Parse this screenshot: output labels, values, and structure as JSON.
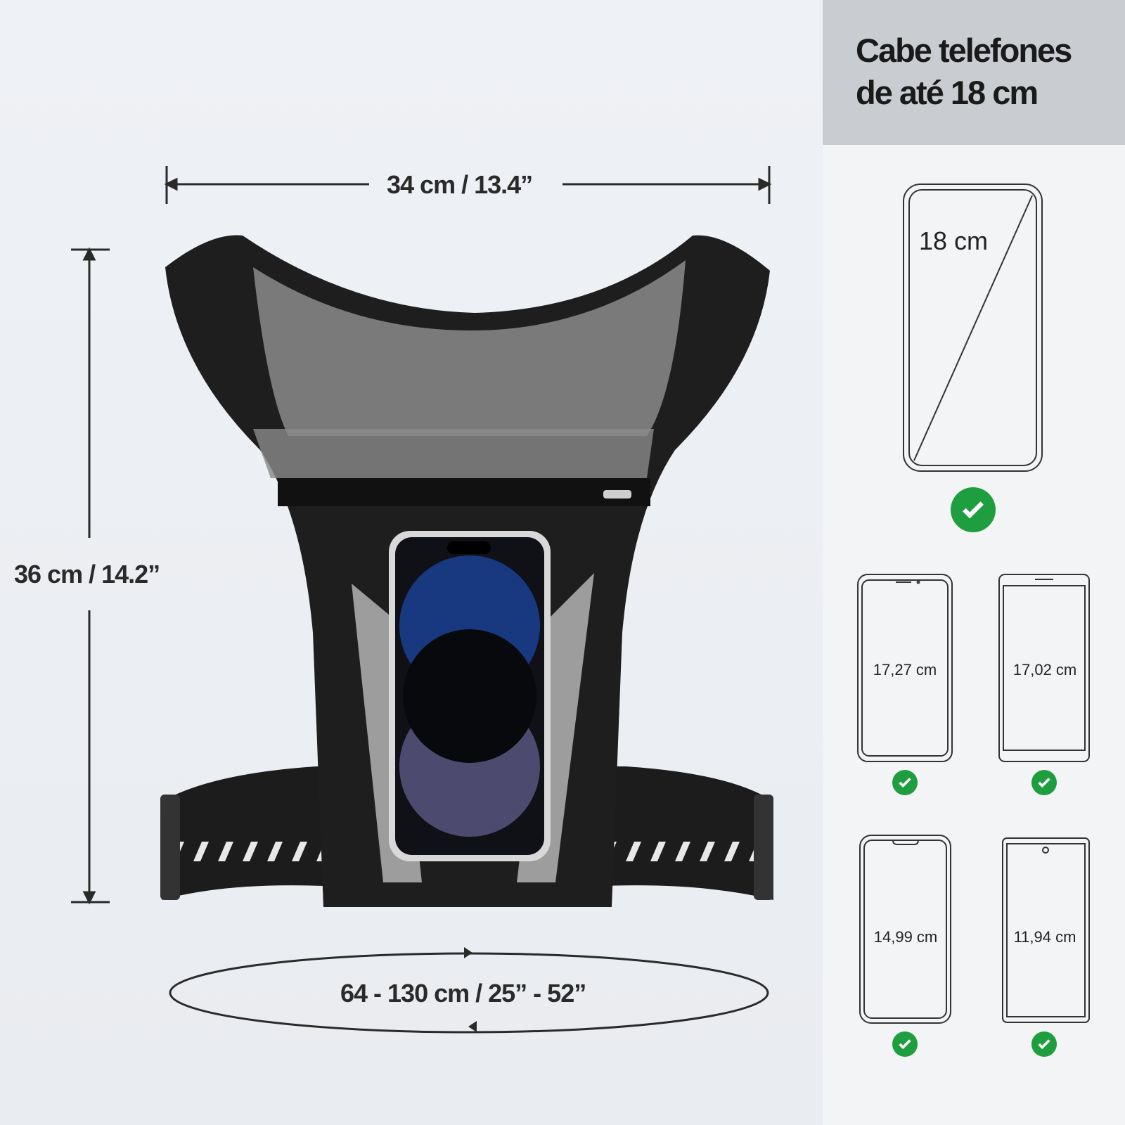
{
  "dimensions": {
    "width_label": "34 cm / 13.4”",
    "height_label": "36 cm / 14.2”",
    "waist_label": "64 - 130 cm / 25” - 52”"
  },
  "compatibility": {
    "title_line1": "Cabe telefones",
    "title_line2": "de até 18 cm",
    "max_phone_label": "18 cm",
    "phones": [
      {
        "label": "17,27 cm"
      },
      {
        "label": "17,02 cm"
      },
      {
        "label": "14,99 cm"
      },
      {
        "label": "11,94 cm"
      }
    ],
    "check_color": "#1e9e3e"
  }
}
